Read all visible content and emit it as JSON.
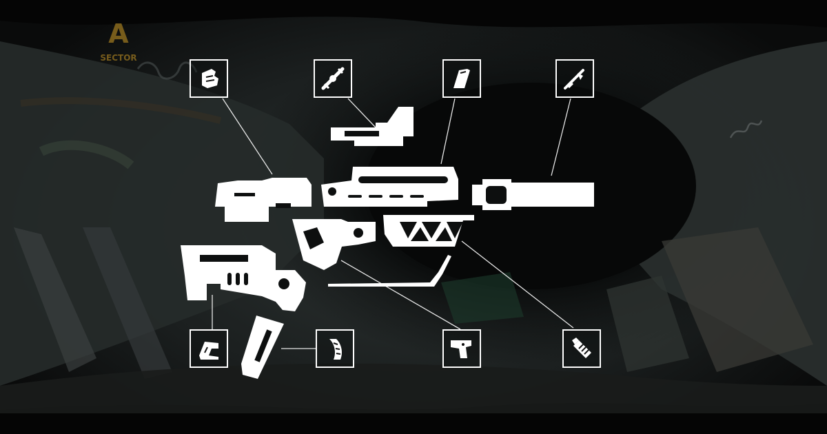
{
  "scene": {
    "wall_sign": "A",
    "wall_sign_sub": "SECTOR",
    "accent_color": "#ffffff",
    "wall_sign_color": "#8a6a1e"
  },
  "slots": [
    {
      "name": "slot-charging-handle",
      "icon": "charging-handle-icon"
    },
    {
      "name": "slot-scope",
      "icon": "scope-icon"
    },
    {
      "name": "slot-handguard",
      "icon": "handguard-icon"
    },
    {
      "name": "slot-barrel",
      "icon": "rifle-barrel-icon"
    },
    {
      "name": "slot-stock",
      "icon": "stock-icon"
    },
    {
      "name": "slot-magazine",
      "icon": "magazine-icon"
    },
    {
      "name": "slot-pistol-grip",
      "icon": "pistol-grip-icon"
    },
    {
      "name": "slot-foregrip",
      "icon": "foregrip-icon"
    }
  ]
}
